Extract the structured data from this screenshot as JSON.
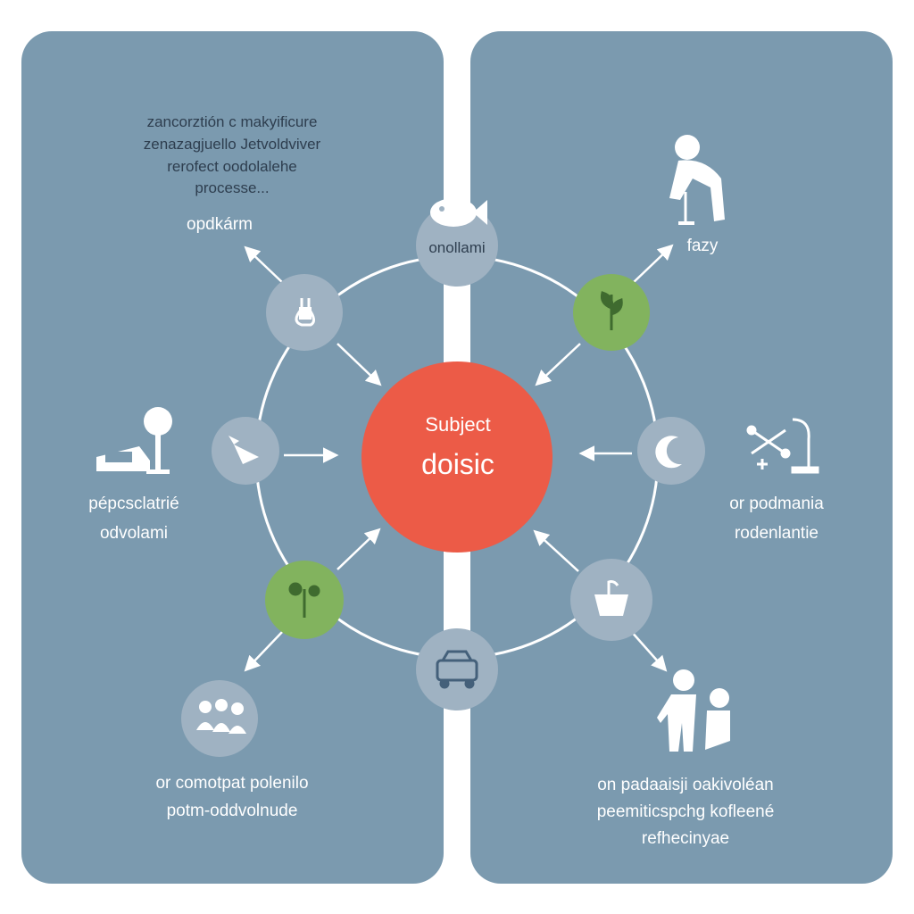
{
  "center": {
    "label_small": "Subject",
    "label_large": "doisic"
  },
  "top_node": {
    "label": "onollami"
  },
  "intro_text": [
    "zancorztión c makyificure",
    "zenazagjuello Jetvoldviver",
    "rerofect oodolalehe",
    "processe..."
  ],
  "labels": {
    "top_left": "opdkárm",
    "top_right": "fazy",
    "mid_left": [
      "pépcsclatrié",
      "odvolami"
    ],
    "mid_right": [
      "or podmania",
      "rodenlantie"
    ],
    "bottom_left": [
      "or comotpat polenilo",
      "potm-oddvolnude"
    ],
    "bottom_right": [
      "on padaaisji oakivoléan",
      "peemiticspchg kofleené",
      "refhecinyae"
    ]
  },
  "colors": {
    "panel": "#7b9aaf",
    "center": "#ec5b47",
    "node": "#9fb2c2",
    "node_green": "#82b35e",
    "ring": "#ffffff"
  },
  "icons": {
    "top_node": "fish-icon",
    "node_top_left": "flask-icon",
    "node_top_right": "plant-icon",
    "node_left": "carrot-icon",
    "node_right": "moon-icon",
    "node_bottom_left": "flower-icon",
    "node_bottom_right": "basket-icon",
    "node_bottom": "car-icon",
    "outer_top_right": "child-figure-icon",
    "outer_left": "tree-device-icon",
    "outer_right": "molecule-lab-icon",
    "outer_bottom_left": "group-people-icon",
    "outer_bottom_right": "caregiver-icon"
  }
}
